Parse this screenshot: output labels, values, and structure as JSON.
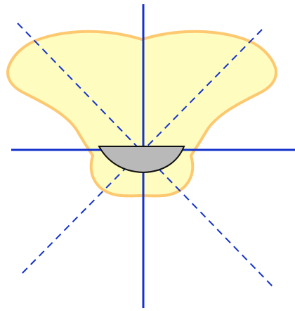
{
  "diagram": {
    "colors": {
      "background": "#ffffff",
      "pattern_fill": "#fefcbf",
      "pattern_outline": "#fdc870",
      "axis": "#1432cc",
      "lens_fill": "#b9b9b9",
      "lens_outline": "#111111"
    },
    "elements": [
      "radiation-pattern",
      "horizontal-axis",
      "vertical-axis",
      "diagonal-guide-left",
      "diagonal-guide-right",
      "half-lens"
    ]
  }
}
